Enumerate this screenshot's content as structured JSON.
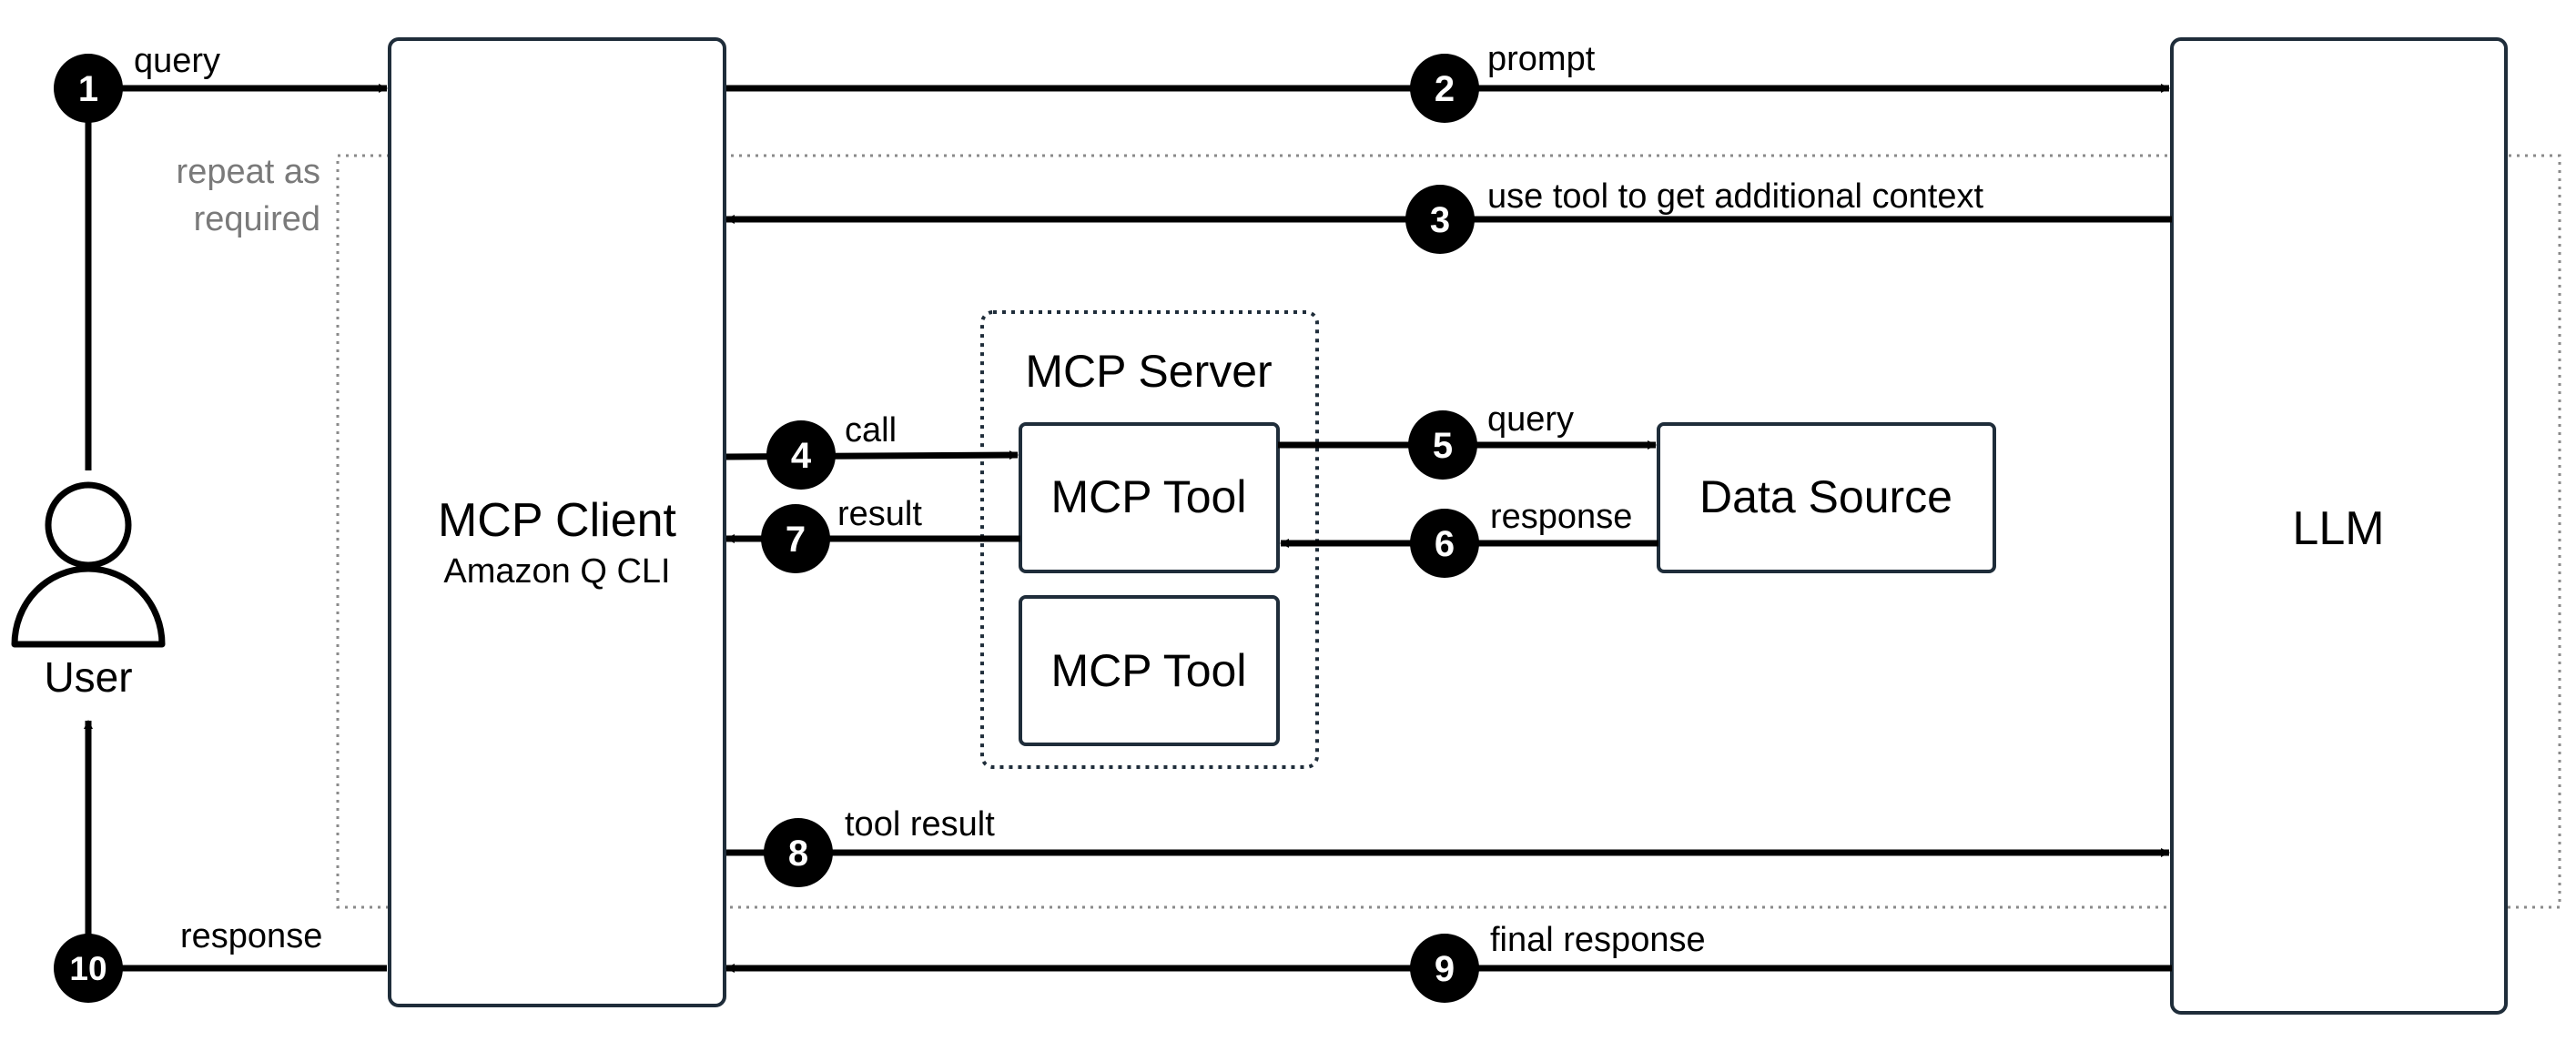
{
  "colors": {
    "stroke": "#1f2d3a",
    "line": "#000000",
    "badge": "#000000",
    "badge_text": "#ffffff",
    "muted_text": "#7a7a7a",
    "dotted_region": "#8a8a8a"
  },
  "repeat_note": [
    "repeat as",
    "required"
  ],
  "user": {
    "label": "User",
    "icon": "user-icon"
  },
  "mcp_client": {
    "title": "MCP Client",
    "subtitle": "Amazon Q CLI"
  },
  "llm": {
    "label": "LLM"
  },
  "mcp_server": {
    "title": "MCP Server",
    "tool_1": "MCP Tool",
    "tool_2": "MCP Tool"
  },
  "data_source": {
    "label": "Data Source"
  },
  "steps": {
    "s1": {
      "num": "1",
      "label": "query"
    },
    "s2": {
      "num": "2",
      "label": "prompt"
    },
    "s3": {
      "num": "3",
      "label": "use tool to get additional context"
    },
    "s4": {
      "num": "4",
      "label": "call"
    },
    "s5": {
      "num": "5",
      "label": "query"
    },
    "s6": {
      "num": "6",
      "label": "response"
    },
    "s7": {
      "num": "7",
      "label": "result"
    },
    "s8": {
      "num": "8",
      "label": "tool result"
    },
    "s9": {
      "num": "9",
      "label": "final response"
    },
    "s10": {
      "num": "10",
      "label": "response"
    }
  }
}
